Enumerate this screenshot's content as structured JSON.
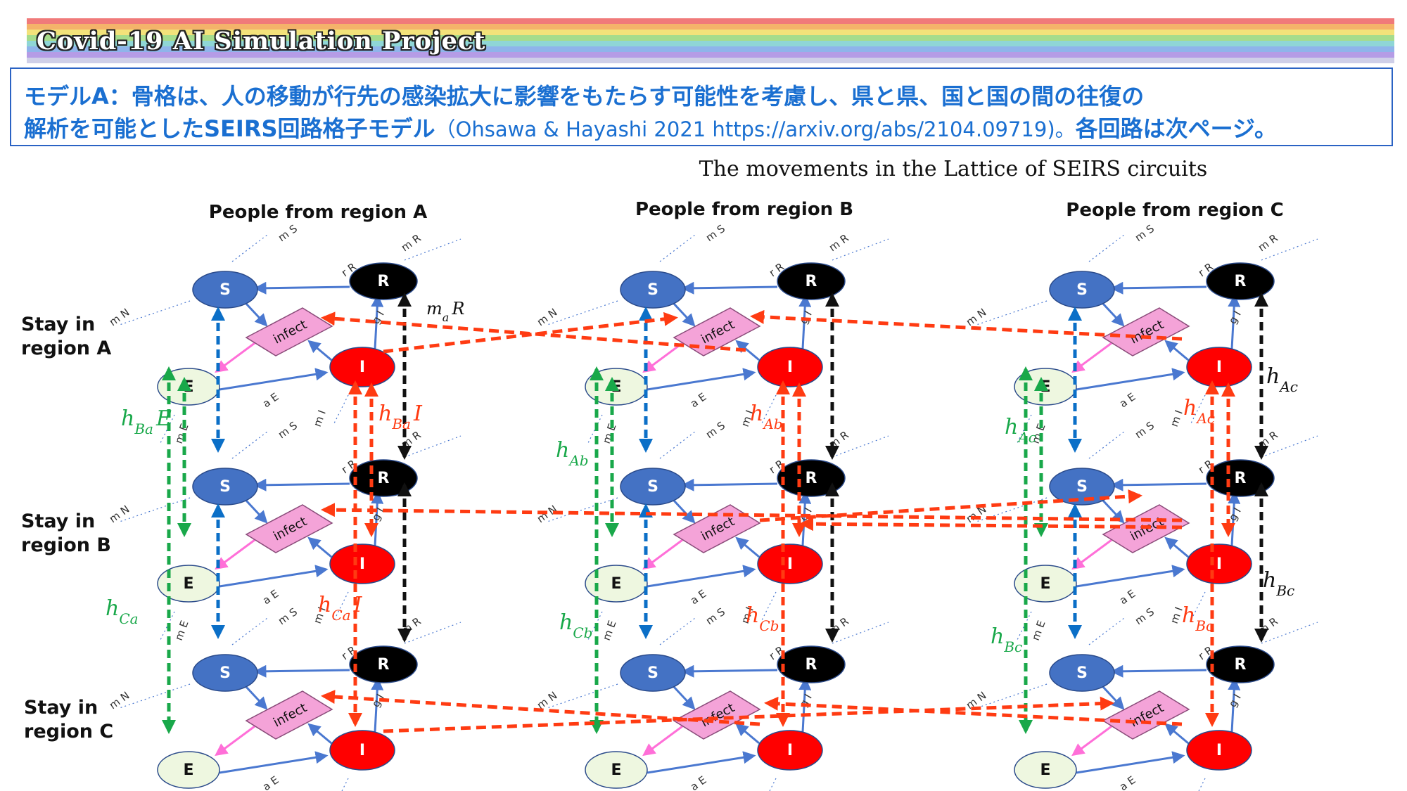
{
  "banner": {
    "title": "Covid-19 AI Simulation Project",
    "stripe_colors": [
      "#f07a7a",
      "#f4b36a",
      "#f3e27a",
      "#a6dc8c",
      "#8fd6d6",
      "#8fb4ea",
      "#b59ce6"
    ]
  },
  "heading": {
    "line1": "モデルA：骨格は、人の移動が行先の感染拡大に影響をもたらす可能性を考慮し、県と県、国と国の間の往復の",
    "line2_main": "解析を可能としたSEIRS回路格子モデル",
    "line2_citation": "（Ohsawa & Hayashi 2021 https://arxiv.org/abs/2104.09719)。",
    "line2_tail": "各回路は次ページ。",
    "color": "#1a6fd1"
  },
  "diagram": {
    "title": "The movements in the Lattice of SEIRS circuits",
    "columns": [
      {
        "label": "People from region A",
        "sub": "a"
      },
      {
        "label": "People from region B",
        "sub": "b"
      },
      {
        "label": "People from region C",
        "sub": "c"
      }
    ],
    "rows": [
      {
        "line1": "Stay in",
        "line2": "region A"
      },
      {
        "line1": "Stay in",
        "line2": "region B"
      },
      {
        "line1": "Stay in",
        "line2": "region C"
      }
    ],
    "nodes": {
      "S": "S",
      "E": "E",
      "I": "I",
      "R": "R",
      "infect": "infect"
    },
    "edge_labels": {
      "rR": "r R",
      "gI": "g I",
      "aE": "a E",
      "mS": "m S",
      "mN": "m N",
      "mR": "m R",
      "mE": "m E",
      "mI": "m I"
    },
    "highlight_label": "m_a R",
    "transfer_labels": {
      "green": [
        "h_Ba E",
        "h_Ca",
        "h_Ab",
        "h_Cb",
        "h_Ac",
        "h_Bc"
      ],
      "red": [
        "h_Ba I",
        "h_Ca I",
        "h_Ab",
        "h_Cb",
        "h_Ac",
        "h_Bc"
      ],
      "black": [
        "h_Ac",
        "h_Bc"
      ]
    },
    "colors": {
      "S": "#4472c4",
      "E": "#eef7e0",
      "I": "#ff0000",
      "R": "#000000",
      "infect": "#f4a3d8",
      "blue_arrow": "#0b6fc7",
      "green_arrow": "#19a84a",
      "red_arrow": "#ff3b12",
      "black_arrow": "#111111",
      "flow_arrow": "#4a78d0",
      "pink_arrow": "#ff6fd8"
    }
  }
}
